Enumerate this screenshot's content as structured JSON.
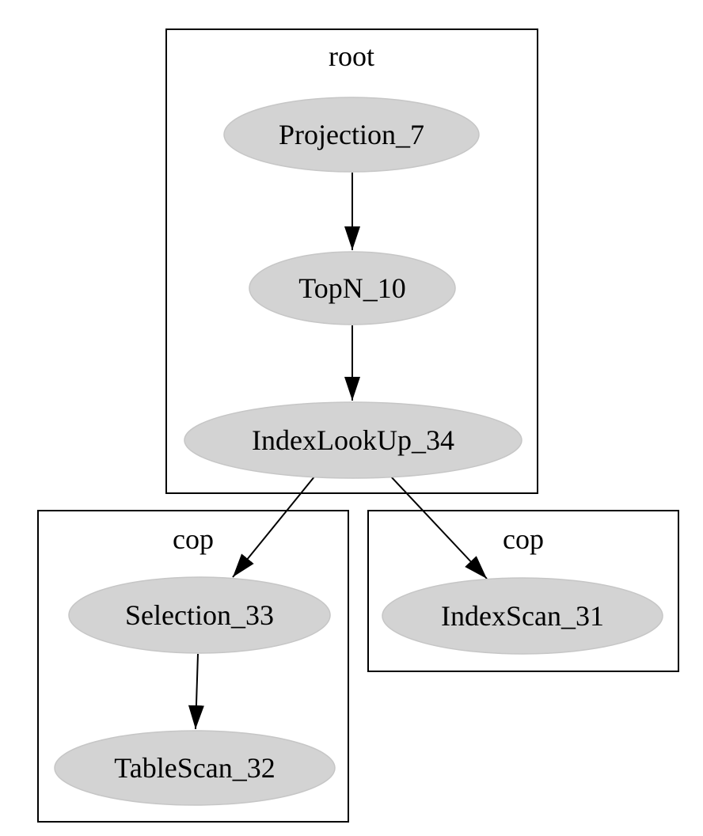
{
  "diagram": {
    "kind": "query-execution-plan-graph",
    "colors": {
      "background": "#ffffff",
      "node_fill": "#d3d3d3",
      "node_outline": "#c6c6c6",
      "edge_color": "#000000",
      "text_color": "#000000",
      "cluster_border": "#000000"
    },
    "clusters": [
      {
        "id": "root",
        "label": "root"
      },
      {
        "id": "cop_left",
        "label": "cop"
      },
      {
        "id": "cop_right",
        "label": "cop"
      }
    ],
    "nodes": [
      {
        "id": "Projection_7",
        "label": "Projection_7",
        "cluster": "root"
      },
      {
        "id": "TopN_10",
        "label": "TopN_10",
        "cluster": "root"
      },
      {
        "id": "IndexLookUp_34",
        "label": "IndexLookUp_34",
        "cluster": "root"
      },
      {
        "id": "Selection_33",
        "label": "Selection_33",
        "cluster": "cop_left"
      },
      {
        "id": "TableScan_32",
        "label": "TableScan_32",
        "cluster": "cop_left"
      },
      {
        "id": "IndexScan_31",
        "label": "IndexScan_31",
        "cluster": "cop_right"
      }
    ],
    "edges": [
      {
        "from": "Projection_7",
        "to": "TopN_10"
      },
      {
        "from": "TopN_10",
        "to": "IndexLookUp_34"
      },
      {
        "from": "IndexLookUp_34",
        "to": "Selection_33"
      },
      {
        "from": "IndexLookUp_34",
        "to": "IndexScan_31"
      },
      {
        "from": "Selection_33",
        "to": "TableScan_32"
      }
    ]
  }
}
